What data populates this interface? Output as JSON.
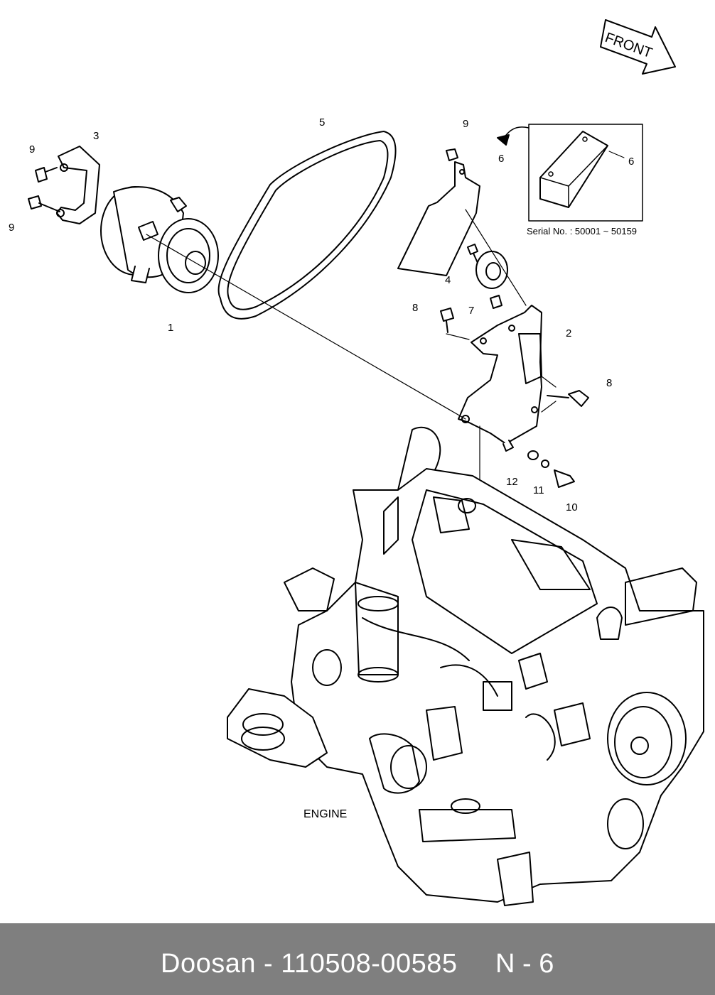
{
  "diagram": {
    "front_label": "FRONT",
    "engine_label": "ENGINE",
    "serial_note": "Serial No. : 50001 ~ 50159",
    "callouts": {
      "c1": "1",
      "c2": "2",
      "c3": "3",
      "c4": "4",
      "c5": "5",
      "c6a": "6",
      "c6b": "6",
      "c7": "7",
      "c8a": "8",
      "c8b": "8",
      "c9a": "9",
      "c9b": "9",
      "c9c": "9",
      "c10": "10",
      "c11": "11",
      "c12": "12"
    }
  },
  "footer": {
    "text": "Doosan - 110508-00585",
    "ref": "N - 6"
  }
}
